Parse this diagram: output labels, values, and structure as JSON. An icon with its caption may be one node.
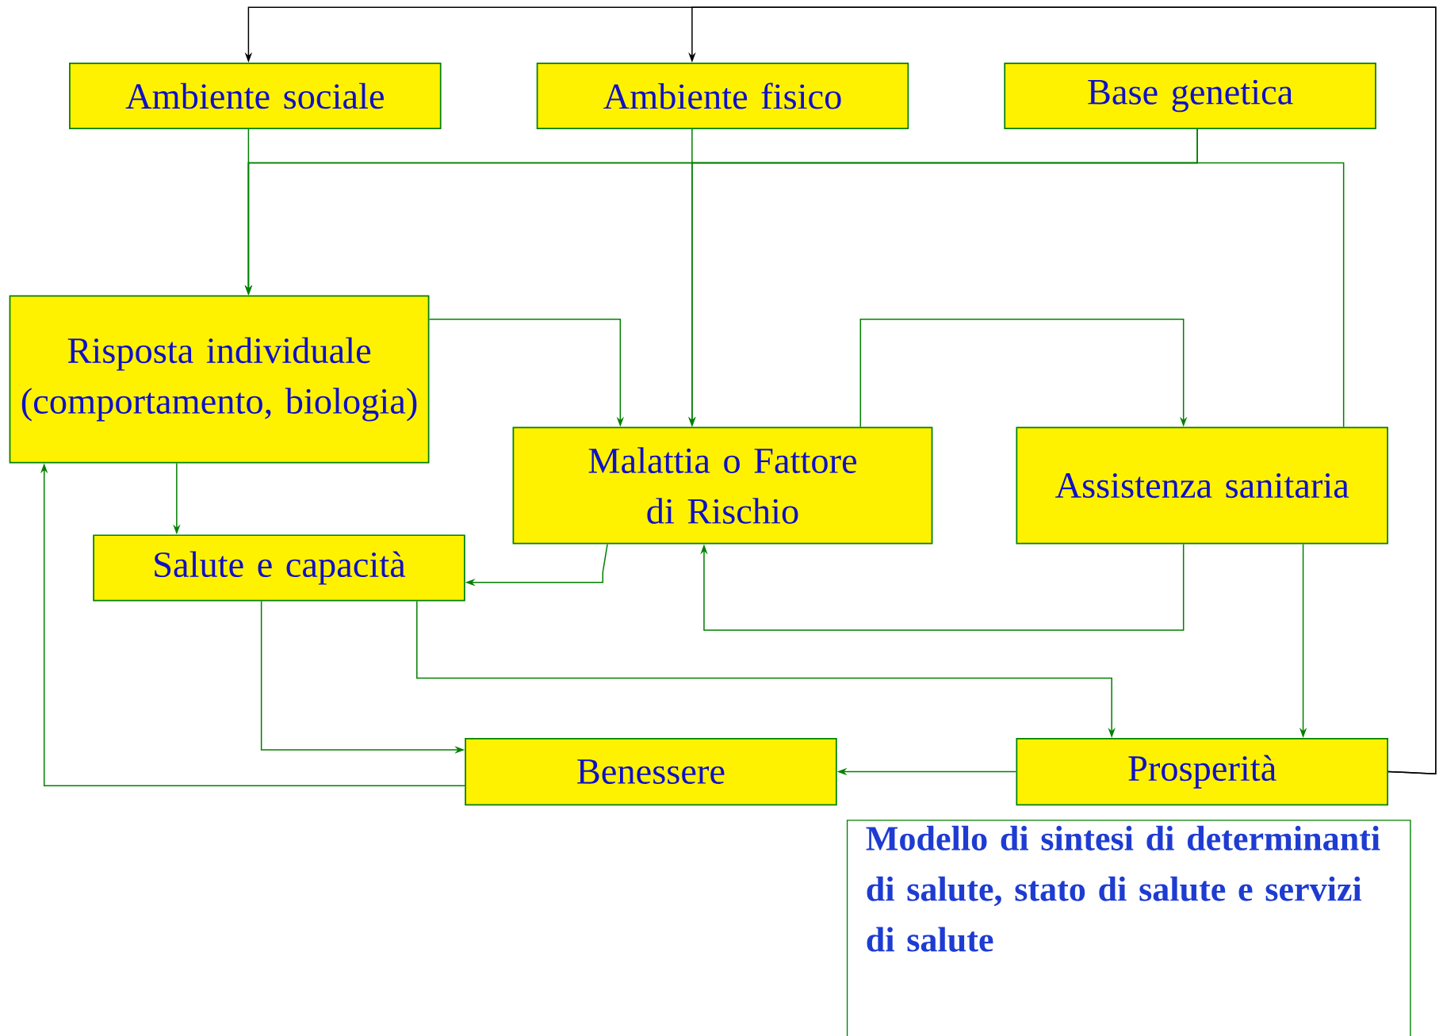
{
  "diagram": {
    "nodes": [
      {
        "text": [
          "Ambiente sociale"
        ]
      },
      {
        "text": [
          "Ambiente fisico"
        ]
      },
      {
        "text": [
          "Base genetica"
        ]
      },
      {
        "text": [
          "Risposta individuale (comportamento, biologia)"
        ]
      },
      {
        "text": [
          "Malattia o Fattore di Rischio"
        ]
      },
      {
        "text": [
          "Assistenza sanitaria"
        ]
      },
      {
        "text": [
          "Salute e capacità"
        ]
      },
      {
        "text": [
          "Benessere"
        ]
      },
      {
        "text": [
          "Prosperità"
        ]
      },
      {
        "text": [
          "Modello di sintesi di determinanti di salute, stato di salute e servizi di salute"
        ]
      }
    ],
    "edges": [
      {
        "from": 8,
        "to": 0,
        "arrow": "to",
        "color": "#000000"
      },
      {
        "from": 8,
        "to": 1,
        "arrow": "to",
        "color": "#000000"
      },
      {
        "from": 0,
        "to": 3,
        "arrow": "to"
      },
      {
        "from": 1,
        "to": 4,
        "arrow": "to"
      },
      {
        "from": 2,
        "to": 3,
        "arrow": "to"
      },
      {
        "from": 2,
        "to": 4,
        "arrow": "to"
      },
      {
        "from": 5,
        "to": 3,
        "arrow": "to"
      },
      {
        "from": 3,
        "to": 4,
        "arrow": "to"
      },
      {
        "from": 4,
        "to": 5,
        "arrow": "to"
      },
      {
        "from": 3,
        "to": 6,
        "arrow": "to"
      },
      {
        "from": 4,
        "to": 6,
        "arrow": "to"
      },
      {
        "from": 5,
        "to": 4,
        "arrow": "to"
      },
      {
        "from": 5,
        "to": 8,
        "arrow": "to"
      },
      {
        "from": 6,
        "to": 8,
        "arrow": "to"
      },
      {
        "from": 6,
        "to": 7,
        "arrow": "to"
      },
      {
        "from": 8,
        "to": 7,
        "arrow": "to"
      },
      {
        "from": 7,
        "to": 3,
        "arrow": "to"
      }
    ]
  }
}
